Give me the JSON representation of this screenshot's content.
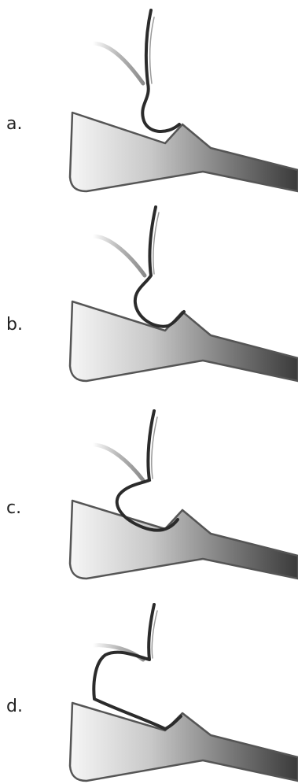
{
  "panels": [
    {
      "label": "a."
    },
    {
      "label": "b."
    },
    {
      "label": "c."
    },
    {
      "label": "d."
    }
  ],
  "colors": {
    "plate_light": "#f4f4f4",
    "plate_dark": "#3a3a3a",
    "outline": "#555555",
    "strip_dark": "#2b2b2b",
    "strip_light": "#bdbdbd"
  }
}
